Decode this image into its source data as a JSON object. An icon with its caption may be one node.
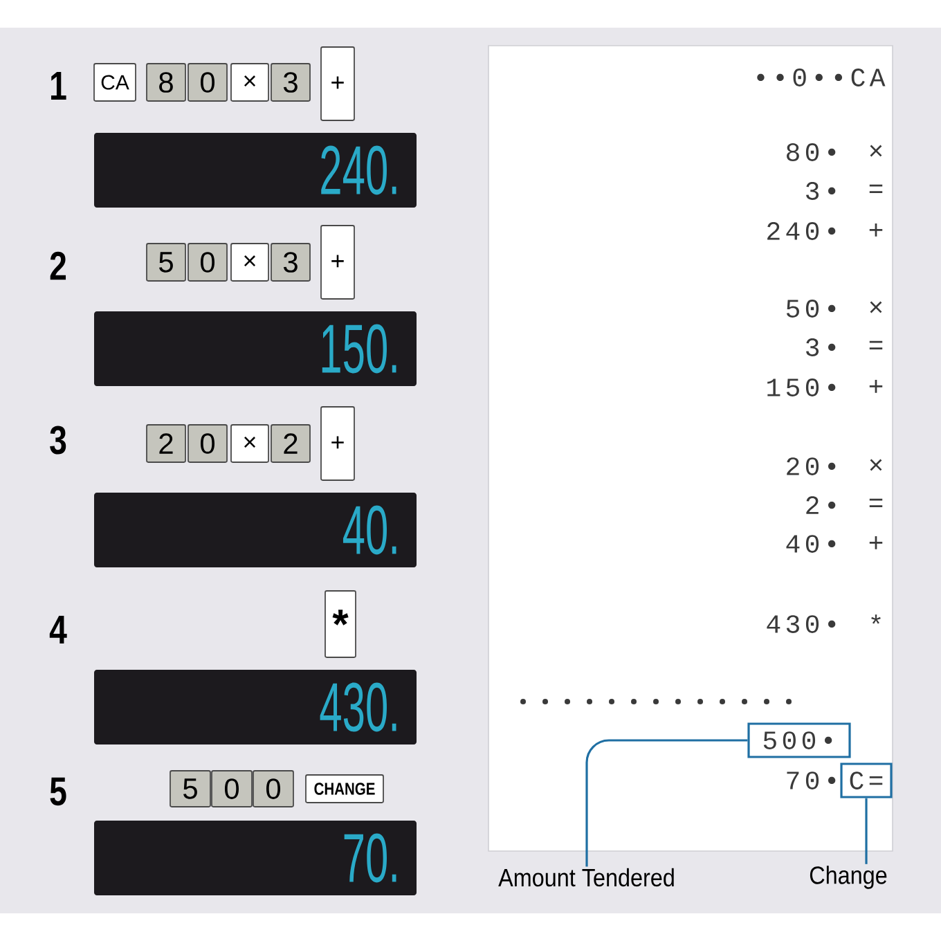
{
  "diagram": {
    "nodes": [
      {
        "text": [
          "CA"
        ]
      },
      {
        "text": [
          "8"
        ]
      },
      {
        "text": [
          "0"
        ]
      },
      {
        "text": [
          "×"
        ]
      },
      {
        "text": [
          "3"
        ]
      },
      {
        "text": [
          "+"
        ]
      },
      {
        "text": [
          "240."
        ]
      },
      {
        "text": [
          "5"
        ]
      },
      {
        "text": [
          "0"
        ]
      },
      {
        "text": [
          "×"
        ]
      },
      {
        "text": [
          "3"
        ]
      },
      {
        "text": [
          "+"
        ]
      },
      {
        "text": [
          "150."
        ]
      },
      {
        "text": [
          "2"
        ]
      },
      {
        "text": [
          "0"
        ]
      },
      {
        "text": [
          "×"
        ]
      },
      {
        "text": [
          "2"
        ]
      },
      {
        "text": [
          "+"
        ]
      },
      {
        "text": [
          "40."
        ]
      },
      {
        "text": [
          "*"
        ]
      },
      {
        "text": [
          "430."
        ]
      },
      {
        "text": [
          "5"
        ]
      },
      {
        "text": [
          "0"
        ]
      },
      {
        "text": [
          "0"
        ]
      },
      {
        "text": [
          "CHANGE"
        ]
      },
      {
        "text": [
          "70."
        ]
      },
      {
        "text": [
          "••0••CA",
          "80•",
          "×",
          "3•",
          "=",
          "240•",
          "+",
          "50•",
          "×",
          "3•",
          "=",
          "150•",
          "+",
          "20•",
          "×",
          "2•",
          "=",
          "40•",
          "+",
          "430•",
          "*",
          "70•"
        ]
      },
      {
        "text": [
          "500•"
        ],
        "in": 26
      },
      {
        "text": [
          "C="
        ],
        "in": 26
      },
      {
        "text": [
          "Amount Tendered"
        ]
      },
      {
        "text": [
          "Change"
        ]
      }
    ],
    "edges": [
      {
        "from": 29,
        "to": 27,
        "arrow": "none"
      },
      {
        "from": 30,
        "to": 28,
        "arrow": "none"
      }
    ],
    "labels": [
      "1",
      "2",
      "3",
      "4",
      "5"
    ]
  }
}
